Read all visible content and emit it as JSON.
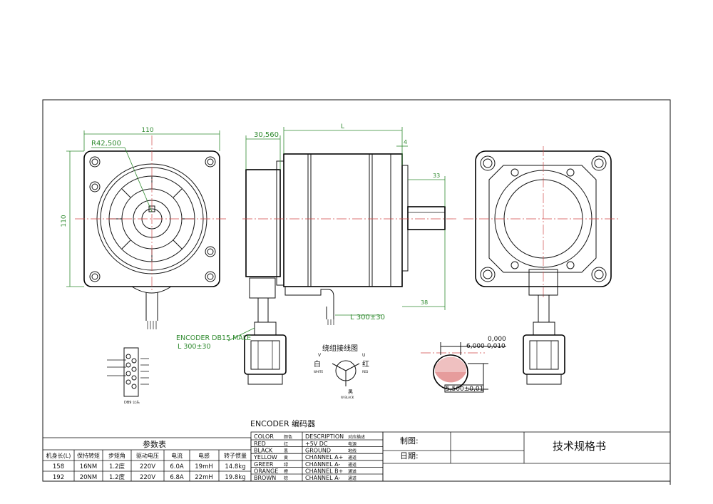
{
  "colors": {
    "line": "#111111",
    "dimension": "#2f8a2f",
    "centerline": "#d14a4a"
  },
  "dims": {
    "w110": "110",
    "r42": "R42,500",
    "h110": "110",
    "d30": "30,560",
    "L": "L",
    "d4": "4",
    "d33": "33",
    "d38": "38",
    "lead_right": "L 300±30",
    "encoder_db15": "ENCODER DB15  MALE",
    "lead_left": "L 300±30",
    "tol_top": "0,000",
    "tol_bottom": "6,000-0,010",
    "key_dim": "5,500±0,01"
  },
  "winding": {
    "title": "绕组接线图",
    "white_cn": "白",
    "white_en": "WHITE",
    "red_cn": "红",
    "red_en": "RED",
    "v": "V",
    "u": "U",
    "w_cn": "黑",
    "w_en": "W BLACK"
  },
  "dsub_caption": "DB9 公头",
  "encoder_title": "ENCODER  编码器",
  "params": {
    "title": "参数表",
    "headers": [
      "机身长(L)",
      "保持转矩",
      "步矩角",
      "驱动电压",
      "电流",
      "电感",
      "转子惯量"
    ],
    "rows": [
      [
        "158",
        "16NM",
        "1.2度",
        "220V",
        "6.0A",
        "19mH",
        "14.8kg"
      ],
      [
        "192",
        "20NM",
        "1.2度",
        "220V",
        "6.8A",
        "22mH",
        "19.8kg"
      ]
    ]
  },
  "wires": {
    "headers": [
      "COLOR",
      "颜色",
      "DESCRIPTION",
      "对应描述"
    ],
    "rows": [
      [
        "RED",
        "红",
        "+5V  DC",
        "电源"
      ],
      [
        "BLACK",
        "黑",
        "GROUND",
        "地线"
      ],
      [
        "YELLOW",
        "黄",
        "CHANNEL A+",
        "通道"
      ],
      [
        "GREER",
        "绿",
        "CHANNEL A-",
        "通道"
      ],
      [
        "ORANGE",
        "橙",
        "CHANNEL B+",
        "通道"
      ],
      [
        "BROWN",
        "棕",
        "CHANNEL A-",
        "通道"
      ]
    ]
  },
  "title_block": {
    "made_by": "制图:",
    "date": "日期:",
    "doc_title": "技术规格书"
  }
}
